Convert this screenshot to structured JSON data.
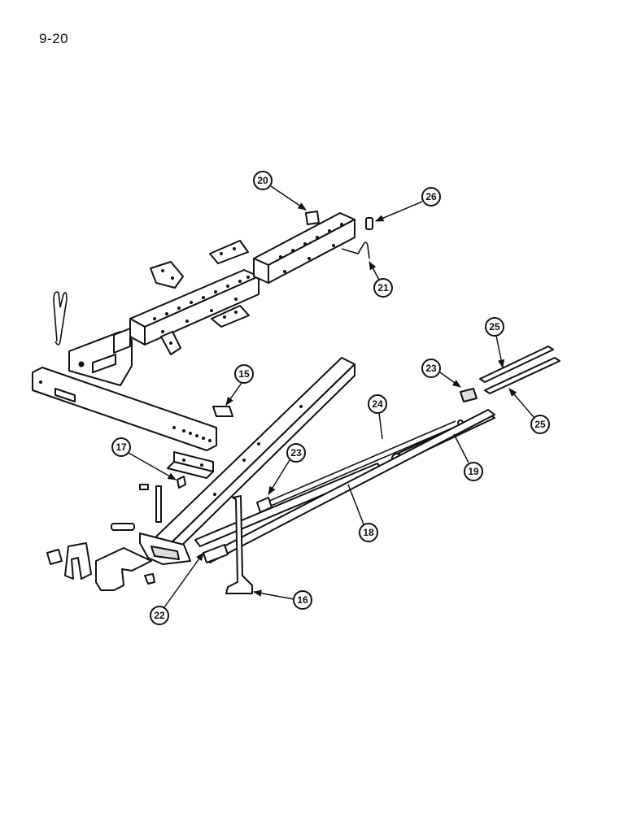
{
  "page": {
    "number": "9-20"
  },
  "callouts": [
    {
      "id": "c20",
      "label": "20"
    },
    {
      "id": "c26",
      "label": "26"
    },
    {
      "id": "c21",
      "label": "21"
    },
    {
      "id": "c15",
      "label": "15"
    },
    {
      "id": "c25a",
      "label": "25"
    },
    {
      "id": "c25b",
      "label": "25"
    },
    {
      "id": "c23a",
      "label": "23"
    },
    {
      "id": "c24",
      "label": "24"
    },
    {
      "id": "c19",
      "label": "19"
    },
    {
      "id": "c17",
      "label": "17"
    },
    {
      "id": "c23b",
      "label": "23"
    },
    {
      "id": "c18",
      "label": "18"
    },
    {
      "id": "c16",
      "label": "16"
    },
    {
      "id": "c22",
      "label": "22"
    }
  ]
}
